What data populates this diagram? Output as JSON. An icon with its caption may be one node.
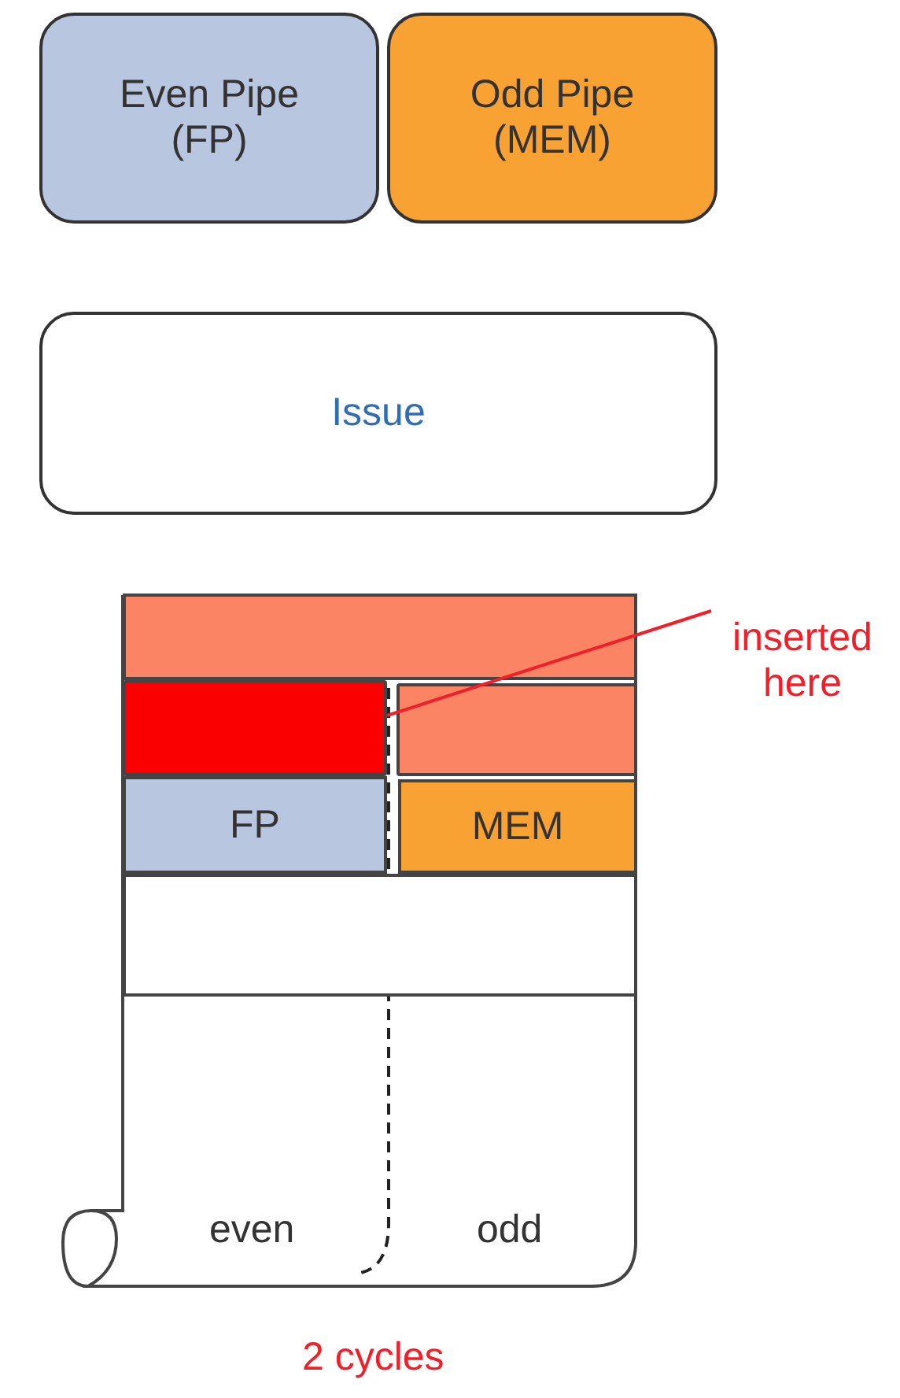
{
  "diagram": {
    "nodes": [
      {
        "text": [
          "Even Pipe (FP)"
        ]
      },
      {
        "text": [
          "Odd Pipe (MEM)"
        ]
      },
      {
        "text": [
          "Issue"
        ]
      },
      {
        "text": [
          "even",
          "odd"
        ]
      },
      {
        "text": [],
        "shape": "bar",
        "in": 3
      },
      {
        "text": [],
        "shape": "box",
        "in": 3
      },
      {
        "text": [],
        "shape": "box",
        "in": 3
      },
      {
        "text": [
          "FP"
        ],
        "in": 3
      },
      {
        "text": [
          "MEM"
        ],
        "in": 3
      },
      {
        "text": [],
        "shape": "bar",
        "in": 3
      },
      {
        "text": [
          "inserted here"
        ]
      }
    ],
    "edges": [
      {
        "from": 10,
        "to": 5,
        "arrow": "none"
      }
    ],
    "labels": [
      "2 cycles"
    ]
  }
}
